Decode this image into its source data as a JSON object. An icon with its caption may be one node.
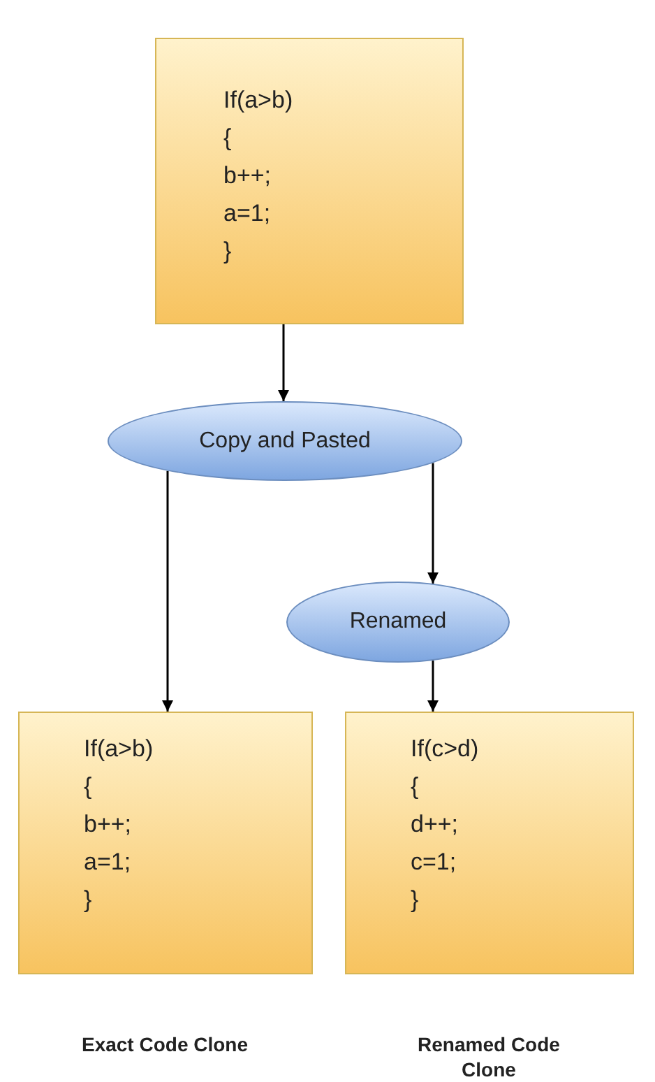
{
  "diagram": {
    "nodes": [
      {
        "text": [
          "If(a>b)",
          "{",
          "b++;",
          "a=1;",
          "}"
        ]
      },
      {
        "text": [
          "Copy and Pasted"
        ]
      },
      {
        "text": [
          "Renamed"
        ]
      },
      {
        "text": [
          "If(a>b)",
          "{",
          "b++;",
          "a=1;",
          "}"
        ],
        "beside": [
          "Exact Code Clone"
        ]
      },
      {
        "text": [
          "If(c>d)",
          "{",
          "d++;",
          "c=1;",
          "}"
        ],
        "beside": [
          "Renamed Code Clone"
        ]
      }
    ],
    "edges": [
      {
        "from": 0,
        "to": 1,
        "arrow": "to"
      },
      {
        "from": 1,
        "to": 3,
        "arrow": "to"
      },
      {
        "from": 1,
        "to": 2,
        "arrow": "to"
      },
      {
        "from": 2,
        "to": 4,
        "arrow": "to"
      }
    ]
  }
}
